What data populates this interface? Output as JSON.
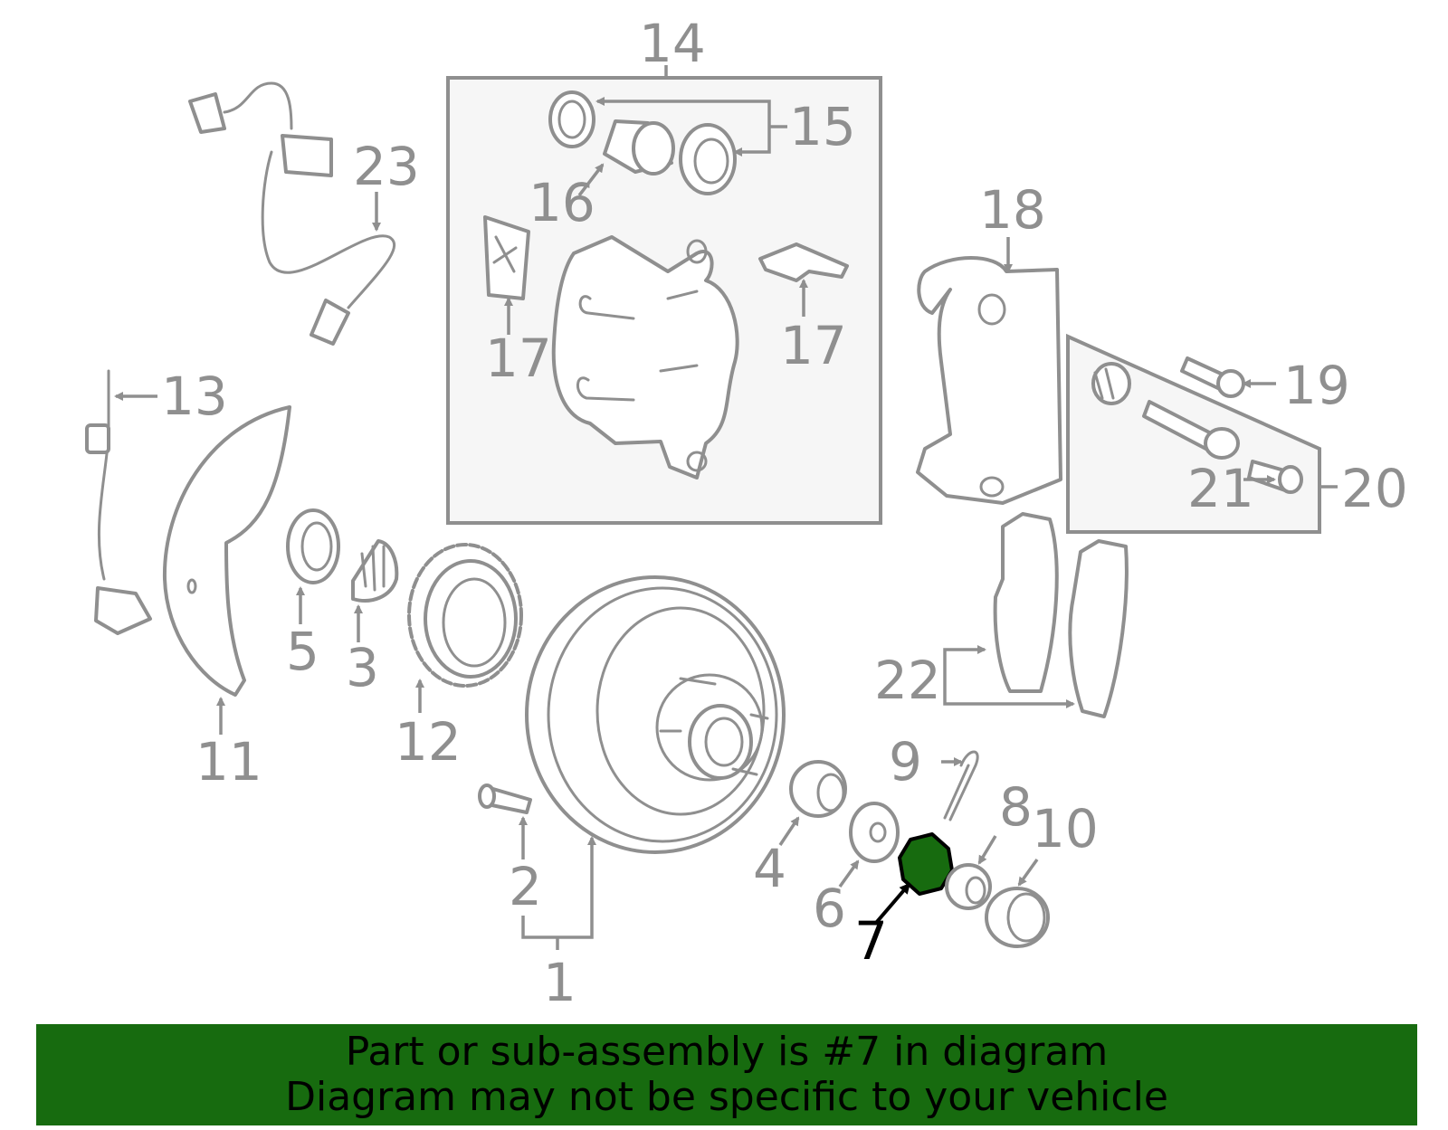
{
  "diagram": {
    "callouts": {
      "c1": "1",
      "c2": "2",
      "c3": "3",
      "c4": "4",
      "c5": "5",
      "c6": "6",
      "c7": "7",
      "c8": "8",
      "c9": "9",
      "c10": "10",
      "c11": "11",
      "c12": "12",
      "c13": "13",
      "c14": "14",
      "c15": "15",
      "c16": "16",
      "c17a": "17",
      "c17b": "17",
      "c18": "18",
      "c19": "19",
      "c20": "20",
      "c21": "21",
      "c22": "22",
      "c23": "23"
    },
    "highlighted_part": "7",
    "colors": {
      "highlight": "#176b0f",
      "line": "#8f8f8f",
      "banner": "#176b0f"
    }
  },
  "banner": {
    "line1": "Part or sub-assembly is #7 in diagram",
    "line2": "Diagram may not be specific to your vehicle"
  }
}
